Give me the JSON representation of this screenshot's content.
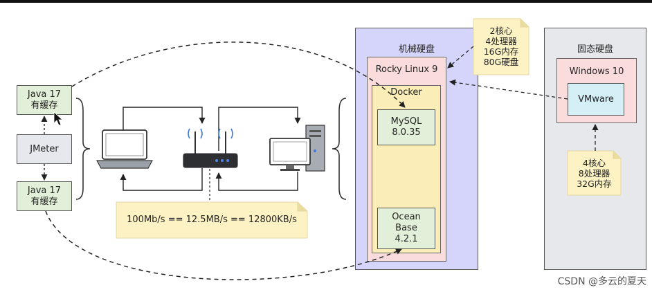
{
  "left_boxes": {
    "java_top": "Java 17\n有缓存",
    "jmeter": "JMeter",
    "java_bottom": "Java 17\n有缓存"
  },
  "bandwidth_note": "100Mb/s == 12.5MB/s == 12800KB/s",
  "mechanical_disk": {
    "title": "机械硬盘",
    "os": "Rocky Linux 9",
    "docker": "Docker",
    "mysql": "MySQL\n8.0.35",
    "oceanbase": "Ocean\nBase\n4.2.1"
  },
  "vm_specs_note": "2核心\n4处理器\n16G内存\n80G硬盘",
  "ssd": {
    "title": "固态硬盘",
    "os": "Windows 10",
    "vmware": "VMware"
  },
  "host_specs_note": "4核心\n8处理器\n32G内存",
  "watermark": "CSDN @多云的夏天",
  "colors": {
    "green_box": "#e2f0d9",
    "purple_panel": "#d5d5fb",
    "gray_panel": "#e7e8eb",
    "pink_box": "#fadcdc",
    "docker_yellow": "#faedb7",
    "vmware_cyan": "#d4eff6",
    "note_yellow": "#fcf2c4"
  }
}
